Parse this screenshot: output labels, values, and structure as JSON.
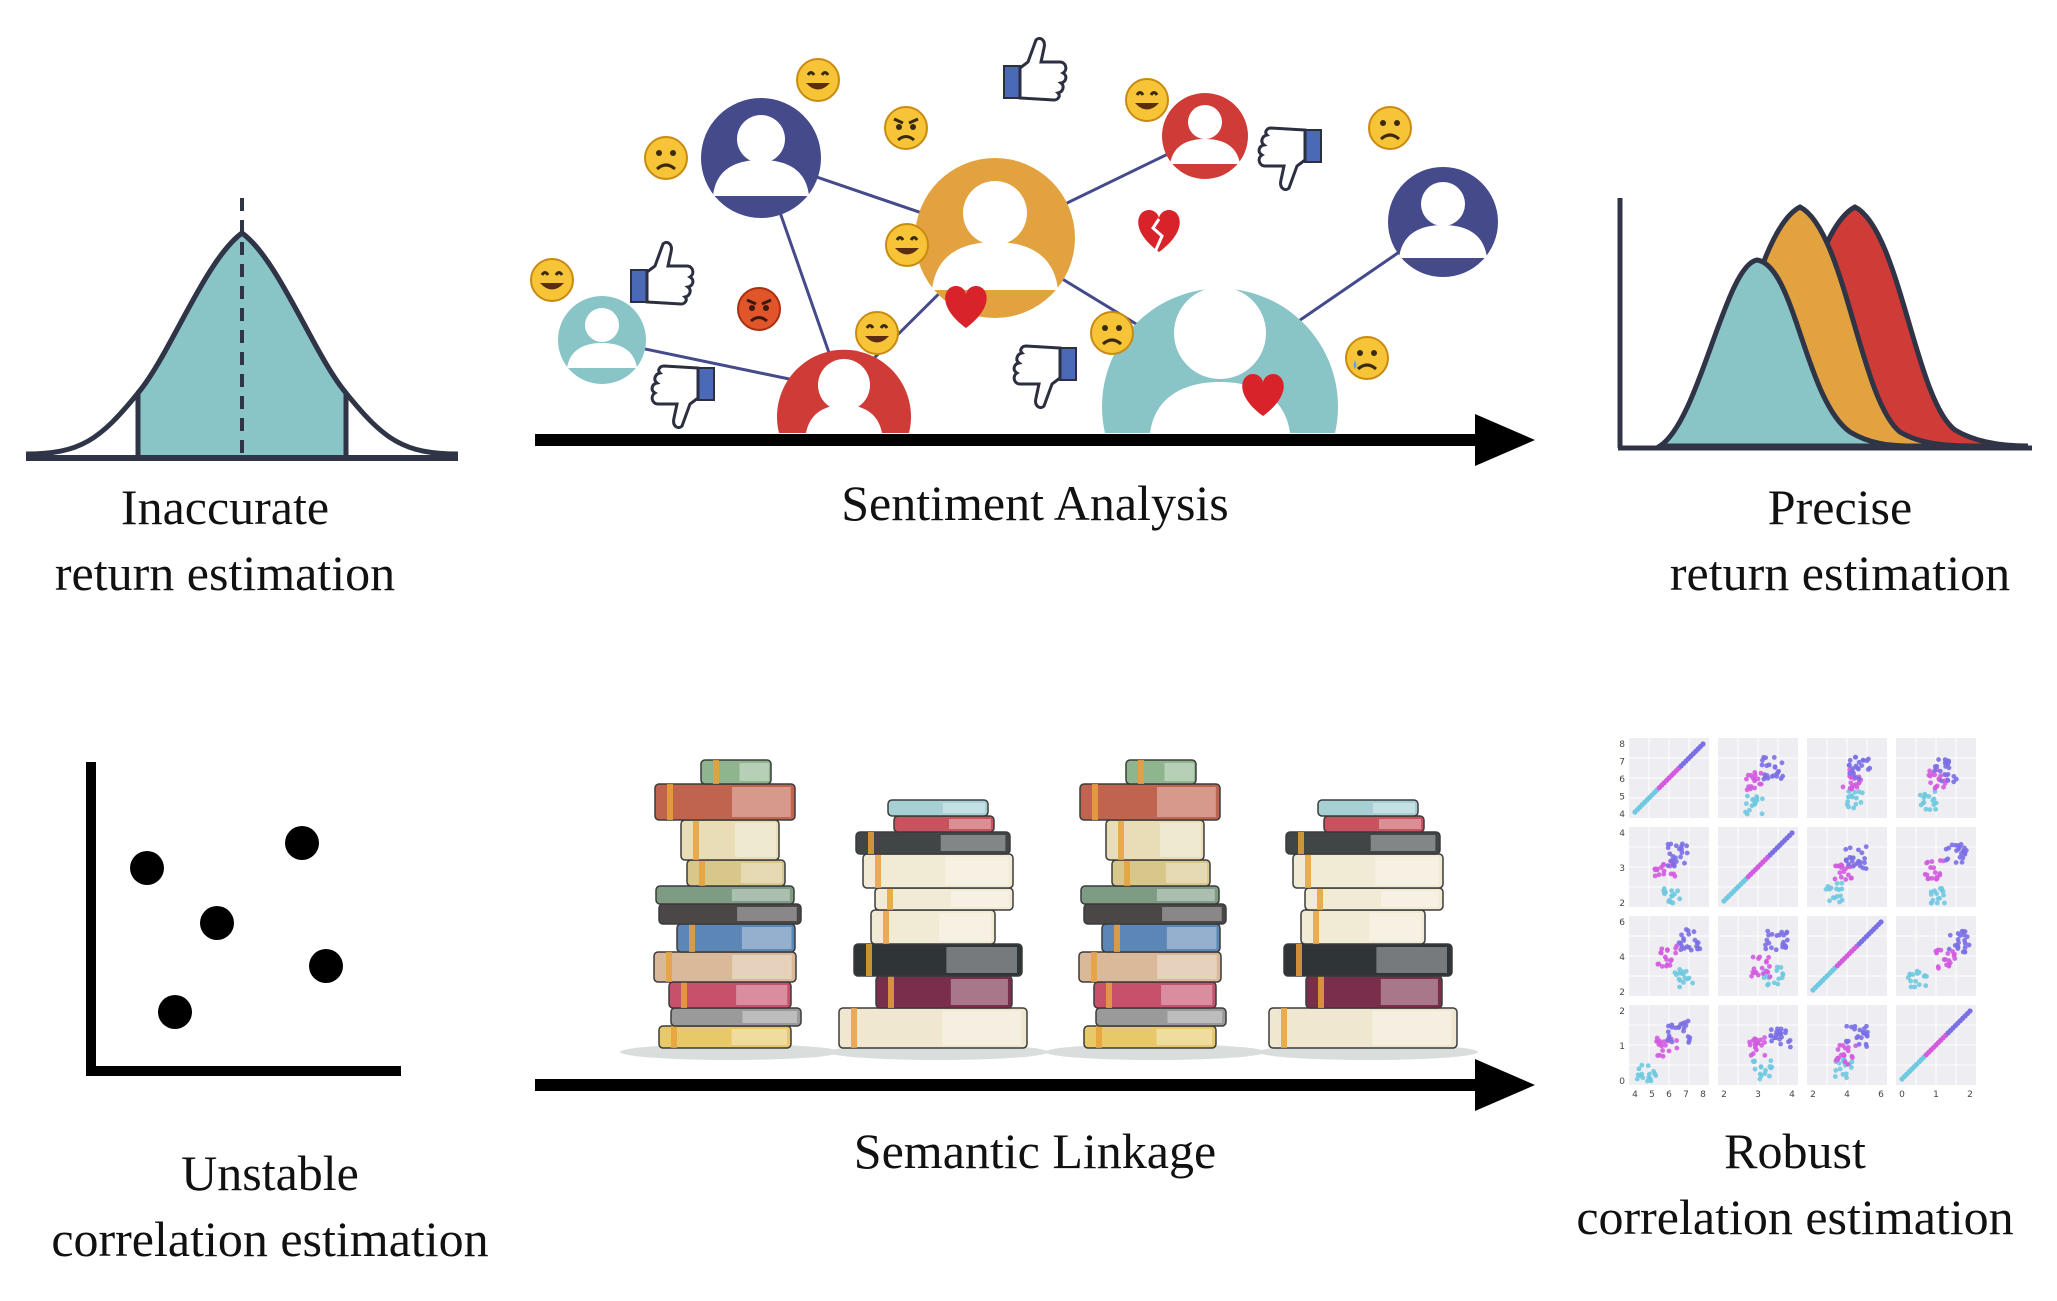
{
  "colors": {
    "teal": "#89C4C7",
    "orange": "#E3A240",
    "red": "#CF3B37",
    "navy": "#454A8A",
    "outline": "#2F3446",
    "arrow": "#000000",
    "purple": "#7B6FE6",
    "cyan": "#6FC9E0",
    "magenta": "#D35BE0",
    "grid_bg": "#EDEDF2"
  },
  "top_row": {
    "left_caption": [
      "Inaccurate",
      "return estimation"
    ],
    "middle_caption": "Sentiment Analysis",
    "right_caption": [
      "Precise",
      "return estimation"
    ]
  },
  "bottom_row": {
    "left_caption": [
      "Unstable",
      "correlation estimation"
    ],
    "middle_caption": "Semantic Linkage",
    "right_caption": [
      "Robust",
      "correlation estimation"
    ]
  },
  "icons": [
    "bell-curve-icon",
    "social-network-icon",
    "thumbs-up-icon",
    "thumbs-down-icon",
    "emoji-icon",
    "heart-icon",
    "broken-heart-icon",
    "book-stack-icon",
    "scatter-plot-icon",
    "pair-plot-matrix-icon"
  ],
  "pair_plot": {
    "x_ticks": [
      [
        "4",
        "5",
        "6",
        "7",
        "8"
      ],
      [
        "2",
        "3",
        "4"
      ],
      [
        "2",
        "4",
        "6"
      ],
      [
        "0",
        "1",
        "2"
      ]
    ],
    "y_ticks": [
      [
        "8",
        "7",
        "6",
        "5",
        "4"
      ],
      [
        "4",
        "3",
        "2"
      ],
      [
        "6",
        "4",
        "2"
      ],
      [
        "2",
        "1",
        "0"
      ]
    ]
  }
}
